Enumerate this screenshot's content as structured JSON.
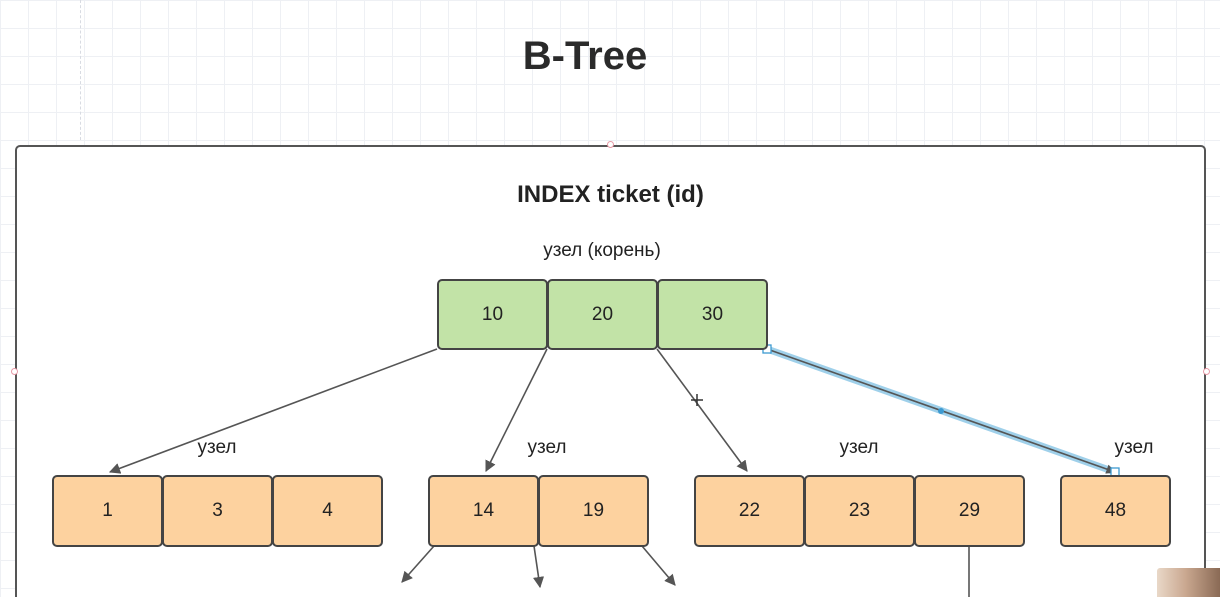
{
  "page": {
    "title": "B-Tree"
  },
  "index_box": {
    "title": "INDEX ticket (id)"
  },
  "root_node": {
    "label": "узел (корень)",
    "keys": [
      "10",
      "20",
      "30"
    ]
  },
  "leaf_nodes": [
    {
      "label": "узел",
      "keys": [
        "1",
        "3",
        "4"
      ]
    },
    {
      "label": "узел",
      "keys": [
        "14",
        "19"
      ]
    },
    {
      "label": "узел",
      "keys": [
        "22",
        "23",
        "29"
      ]
    },
    {
      "label": "узел",
      "keys": [
        "48"
      ]
    }
  ],
  "colors": {
    "root_fill": "#c2e3a7",
    "leaf_fill": "#fdd29f",
    "selected_edge": "#9fd0ea",
    "handle": "#e79aa7"
  }
}
